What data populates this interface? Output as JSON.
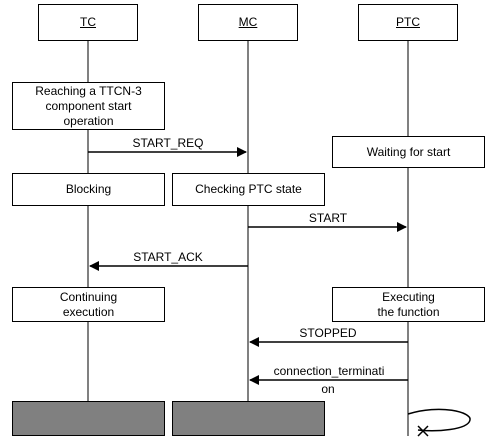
{
  "lifelines": {
    "tc": "TC",
    "mc": "MC",
    "ptc": "PTC"
  },
  "boxes": {
    "tc_start": "Reaching a TTCN-3\ncomponent start\noperation",
    "ptc_waiting": "Waiting for start",
    "tc_blocking": "Blocking",
    "mc_checking": "Checking PTC state",
    "tc_continuing": "Continuing\nexecution",
    "ptc_executing": "Executing\nthe function"
  },
  "messages": {
    "start_req": "START_REQ",
    "start": "START",
    "start_ack": "START_ACK",
    "stopped": "STOPPED",
    "connection_terminated_1": "connection_terminati",
    "connection_terminated_2": "on"
  }
}
